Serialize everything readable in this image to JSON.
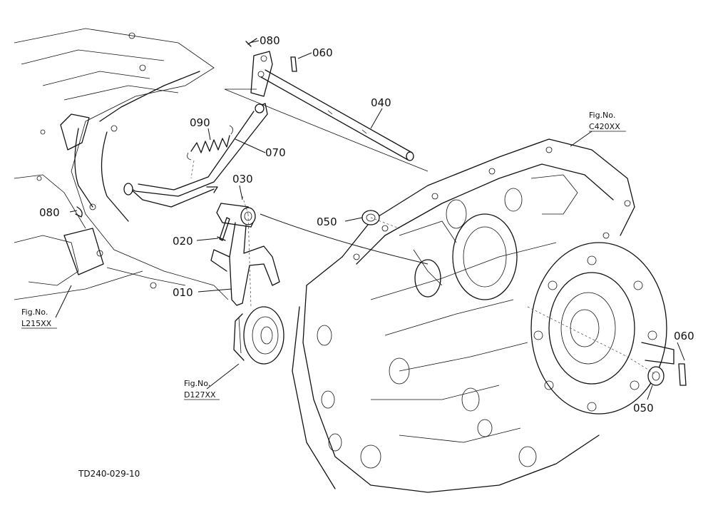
{
  "callouts": [
    {
      "id": "c080a",
      "text": "080"
    },
    {
      "id": "c060a",
      "text": "060"
    },
    {
      "id": "c040",
      "text": "040"
    },
    {
      "id": "c090",
      "text": "090"
    },
    {
      "id": "c070",
      "text": "070"
    },
    {
      "id": "c030",
      "text": "030"
    },
    {
      "id": "c080b",
      "text": "080"
    },
    {
      "id": "c050a",
      "text": "050"
    },
    {
      "id": "c020",
      "text": "020"
    },
    {
      "id": "c010",
      "text": "010"
    },
    {
      "id": "c060b",
      "text": "060"
    },
    {
      "id": "c050b",
      "text": "050"
    }
  ],
  "figure_refs": {
    "c420": {
      "line1": "Fig.No.",
      "line2": "C420XX"
    },
    "l215": {
      "line1": "Fig.No.",
      "line2": "L215XX"
    },
    "d127": {
      "line1": "Fig.No.",
      "line2": "D127XX"
    }
  },
  "drawing_code": "TD240-029-10"
}
